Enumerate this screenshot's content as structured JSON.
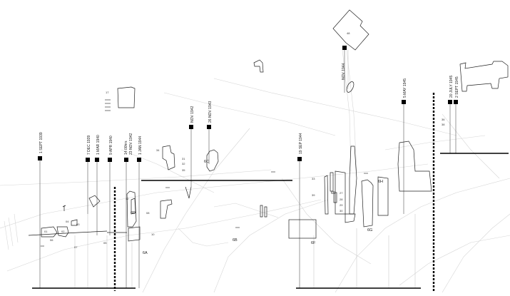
{
  "timeline": [
    {
      "id": "t1",
      "date": "1 SEPT 1939"
    },
    {
      "id": "t2",
      "date": "7 DEC 1939"
    },
    {
      "id": "t3",
      "date": "1 MAR 1940"
    },
    {
      "id": "t4",
      "date": "9 APR 1940"
    },
    {
      "id": "t5",
      "date": "14:00hrs"
    },
    {
      "id": "t6",
      "date": "23 NOV 1942"
    },
    {
      "id": "t7",
      "date": "1 JAN 1944"
    },
    {
      "id": "t8",
      "date": "NOV 1942"
    },
    {
      "id": "t9",
      "date": "26 NOV 1943"
    },
    {
      "id": "t10",
      "date": "19 SEP 1944"
    },
    {
      "id": "t11",
      "date": "NOV 1944"
    },
    {
      "id": "t12",
      "date": "5 MAY 1945"
    },
    {
      "id": "t13",
      "date": "20 JULY 1945"
    },
    {
      "id": "t14",
      "date": "2 SEPT 1945"
    }
  ],
  "zones": [
    "6A",
    "6B",
    "6C",
    "6D",
    "6E",
    "6F",
    "6G",
    "6H"
  ],
  "numbers": [
    "01",
    "02",
    "03",
    "04",
    "05",
    "06",
    "07",
    "08",
    "10",
    "12",
    "17",
    "27",
    "28",
    "29",
    "30",
    "31",
    "32",
    "33",
    "34",
    "35",
    "36",
    "38",
    "39",
    "48"
  ]
}
